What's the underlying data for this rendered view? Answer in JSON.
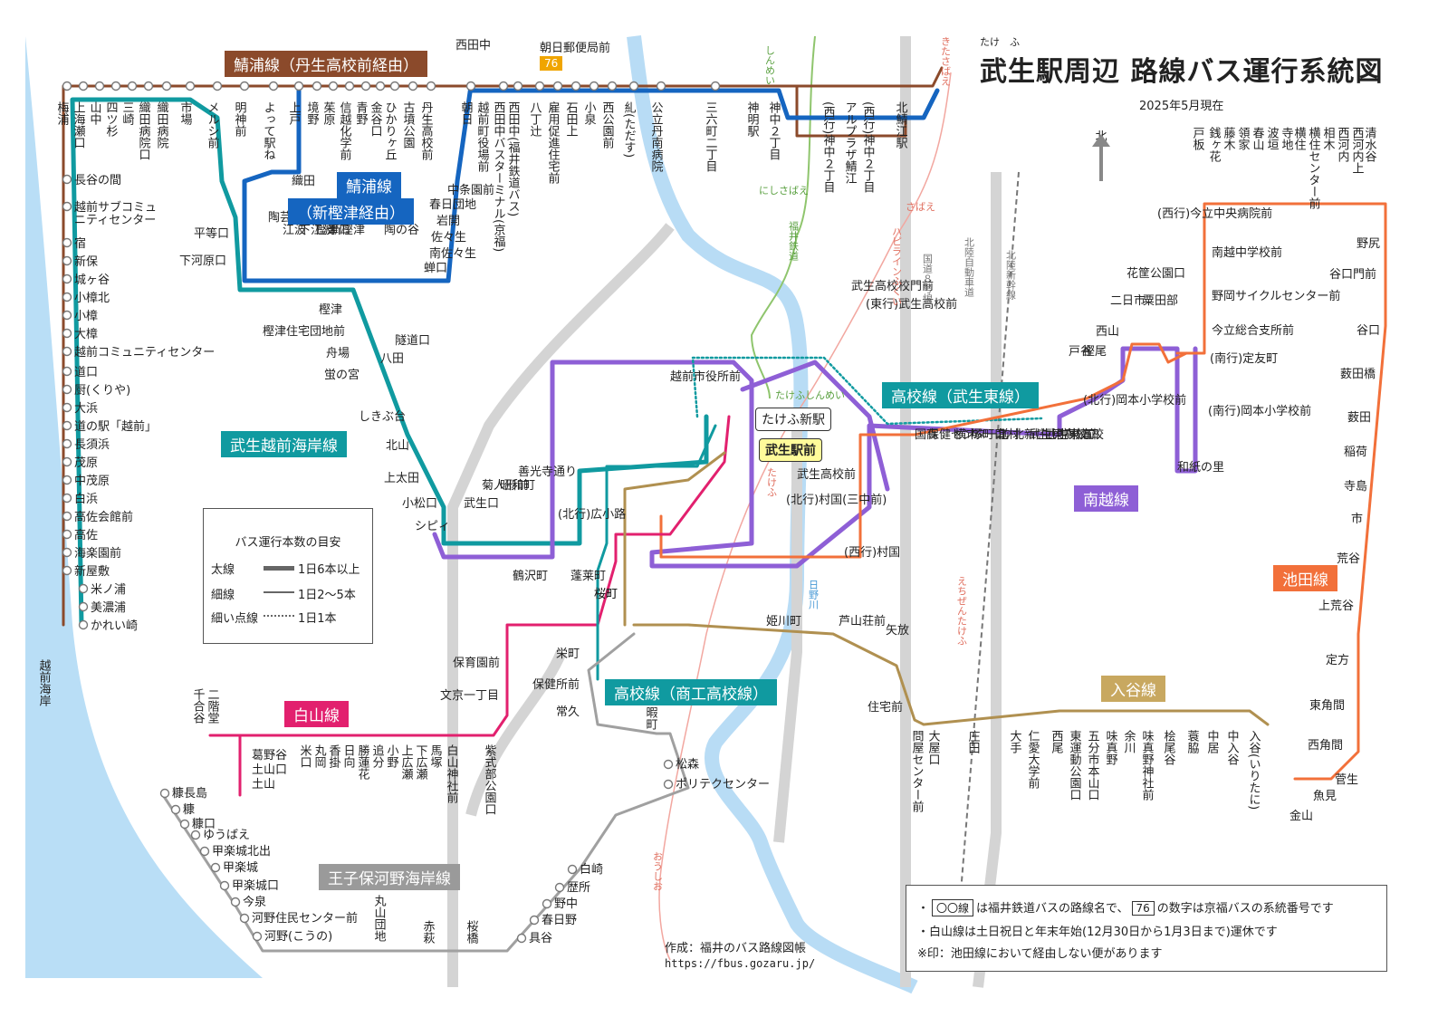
{
  "title": "武生駅周辺 路線バス運行系統図",
  "title_ruby": "たけ　ふ",
  "date": "2025年5月現在",
  "north": "北",
  "sea_label": "越前海岸",
  "route_badges": {
    "sabae_tansei": "鯖浦線（丹生高校前経由）",
    "sabae_label": "鯖浦線",
    "sabae_shinkashizu": "（新樫津経由）",
    "kaigan": "武生越前海岸線",
    "koko_takefu_higashi": "高校線（武生東線）",
    "nanetsu": "南越線",
    "ikeda": "池田線",
    "koko_shoko": "高校線（商工高校線）",
    "hakusan": "白山線",
    "nyudani": "入谷線",
    "oji": "王子保河野海岸線"
  },
  "colors": {
    "sabae_brown": "#8b4a2b",
    "sabae_blue": "#1565c0",
    "kaigan_teal": "#109aa0",
    "purple": "#8e5fd6",
    "ikeda_orange": "#f2703a",
    "hakusan_pink": "#e2206e",
    "nyudani_tan": "#b09050",
    "oji_gray": "#a0a0a0",
    "river": "#b8dcf5"
  },
  "key_stations": {
    "shin": "たけふ新駅",
    "main": "武生駅前"
  },
  "badge76": "76",
  "top_stops": {
    "nishitanaka": "西田中",
    "asahi": "朝日郵便局前"
  },
  "coast_stops": [
    "長谷の間",
    "越前サブコミュ",
    "ニティセンター",
    "宿",
    "新保",
    "城ヶ谷",
    "小樟北",
    "小樟",
    "大樟",
    "越前コミュニティセンター",
    "道口",
    "厨(くりや)",
    "大浜",
    "道の駅「越前」",
    "長須浜",
    "茂原",
    "中茂原",
    "白浜",
    "高佐会館前",
    "高佐",
    "海楽園前",
    "新屋敷",
    "米ノ浦",
    "美濃浦",
    "かれい崎"
  ],
  "top_vertical": [
    "梅浦",
    "上海瀬口",
    "山中",
    "四ツ杉",
    "三崎",
    "織田病院口",
    "織田病院",
    "市場",
    "メルシ前",
    "明神前",
    "よって駅ね",
    "上戸",
    "境野",
    "茱原",
    "信越化学前",
    "青野",
    "金谷口",
    "ひかりヶ丘",
    "古墳公園",
    "丹生高校前",
    "朝日",
    "越前町役場前",
    "西田中バスターミナル(京福)",
    "西田中(福井鉄道バス)",
    "八丁辻",
    "雇用促進住宅前",
    "石田上",
    "小泉",
    "西公園前",
    "糺(ただす)",
    "公立丹南病院",
    "三六町二丁目",
    "神明駅",
    "神中２丁目",
    "(西行)神中２丁目",
    "アルプラザ鯖江",
    "(西行)神中２丁目",
    "北鯖江駅"
  ],
  "mid_stops": [
    "織田",
    "平等口",
    "下河原口",
    "陶芸村口",
    "江波",
    "下江波",
    "樫津口",
    "新樫津",
    "陶の谷",
    "中条園前",
    "春日団地",
    "岩開",
    "佐々生",
    "南佐々生",
    "蝉口",
    "樫津",
    "樫津住宅団地前",
    "舟場",
    "蛍の宮",
    "八田",
    "隧道口",
    "しきぶ台",
    "北山",
    "上太田",
    "小松口",
    "シピィ",
    "武生口",
    "菊人形前",
    "昭和町",
    "善光寺通り",
    "(北行)広小路",
    "越前市役所前",
    "蓬莱町",
    "桜町",
    "鶴沢町",
    "保育園前",
    "文京一丁目",
    "栄町",
    "保健所前",
    "常久",
    "桜町",
    "姫川町",
    "芦山荘前",
    "矢放",
    "住宅前",
    "(東行)武生高校前",
    "武生高校校門前",
    "武生高校前",
    "(北行)村国(三中前)",
    "(西行)村国",
    "国高",
    "保健センター前",
    "横市",
    "塚町口",
    "北村",
    "北新庄小学校前",
    "武生東高校口",
    "武生東高校",
    "戸谷",
    "樫尾",
    "西山",
    "二日市",
    "花筐公園口",
    "粟田部",
    "(西行)今立中央病院前",
    "(北行)岡本小学校前",
    "(南行)定友町",
    "(南行)岡本小学校前",
    "和紙の里"
  ],
  "ikeda_stops": [
    "戸板",
    "銭ヶ花",
    "藤木",
    "領家",
    "春山",
    "波垣",
    "寺地",
    "横住",
    "横住センター前",
    "相木",
    "西河内",
    "西河内上",
    "清水谷",
    "南越中学校前",
    "野尻",
    "谷口門前",
    "野岡サイクルセンター前",
    "谷口",
    "今立総合支所前",
    "薮田橋",
    "薮田",
    "稲荷",
    "寺島",
    "市",
    "荒谷",
    "上荒谷",
    "定方",
    "東角間",
    "西角間",
    "菅生",
    "魚見",
    "金山"
  ],
  "hakusan_stops": [
    "二階堂",
    "千合谷",
    "葛野谷",
    "土山口",
    "土山",
    "米口",
    "丸岡",
    "香掛",
    "日向",
    "勝蓮花",
    "追分",
    "小野",
    "上広瀬",
    "下広瀬",
    "馬塚",
    "白山神社前",
    "紫式部公園口"
  ],
  "nyudani_stops": [
    "問屋センター前",
    "大屋口",
    "庄田",
    "大手",
    "仁愛大学前",
    "西尾",
    "東運動公園口",
    "五分市本山口",
    "味真野",
    "余川",
    "味真野神社前",
    "桧尾谷",
    "蓑脇",
    "中居",
    "中入谷",
    "入谷(いりたに)"
  ],
  "oji_stops": [
    "暇町",
    "松森",
    "ポリテクセンター",
    "糠長島",
    "糠",
    "糠口",
    "ゆうばえ",
    "甲楽城北出",
    "甲楽城",
    "甲楽城口",
    "今泉",
    "河野住民センター前",
    "河野(こうの)",
    "丸山団地",
    "赤萩",
    "桜橋",
    "具谷",
    "春日野",
    "野中",
    "歴所",
    "白崎"
  ],
  "rail_labels": [
    "しんめい",
    "にしさばえ",
    "福井鉄道",
    "たけふしんめい",
    "たけふ",
    "さばえ",
    "ハピラインふくい",
    "国道８号線",
    "北陸自動車道",
    "北陸新幹線",
    "日野川",
    "えちぜんたけふ",
    "おうしお",
    "きたさばえ"
  ],
  "legend": {
    "title": "バス運行本数の目安",
    "rows": [
      {
        "label": "太線",
        "value": "1日6本以上"
      },
      {
        "label": "細線",
        "value": "1日2～5本"
      },
      {
        "label": "細い点線",
        "value": "1日1本"
      }
    ]
  },
  "notes": {
    "line1_pre": "・",
    "line1_box": "〇〇線",
    "line1_mid": "は福井鉄道バスの路線名で、",
    "line1_num": "76",
    "line1_post": "の数字は京福バスの系統番号です",
    "line2": "・白山線は土日祝日と年末年始(12月30日から1月3日まで)運休です",
    "line3": "※印：池田線において経由しない便があります"
  },
  "credit": {
    "line1": "作成：福井のバス路線図帳",
    "line2": "https://fbus.gozaru.jp/"
  }
}
